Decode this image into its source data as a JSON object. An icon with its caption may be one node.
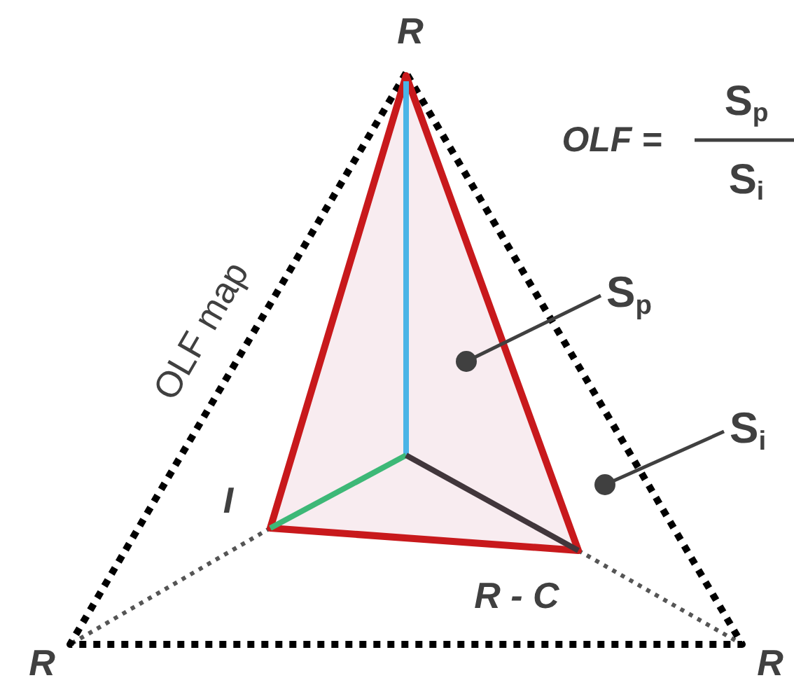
{
  "diagram": {
    "nodes": [
      {
        "text": [],
        "shape": "triangle"
      },
      {
        "text": [],
        "shape": "triangle",
        "in": 0
      },
      {
        "text": [
          "S$_{p}$"
        ]
      },
      {
        "text": [
          "S$_{i}$"
        ]
      }
    ],
    "edges": [
      {
        "from": 2,
        "to": 1,
        "arrow": "other"
      },
      {
        "from": 3,
        "to": 0,
        "arrow": "other"
      }
    ],
    "labels": [
      "R",
      "OLF =",
      "S$_{p}$",
      "S$_{i}$",
      "OLF map",
      "I",
      "R - C",
      "R",
      "R"
    ]
  }
}
